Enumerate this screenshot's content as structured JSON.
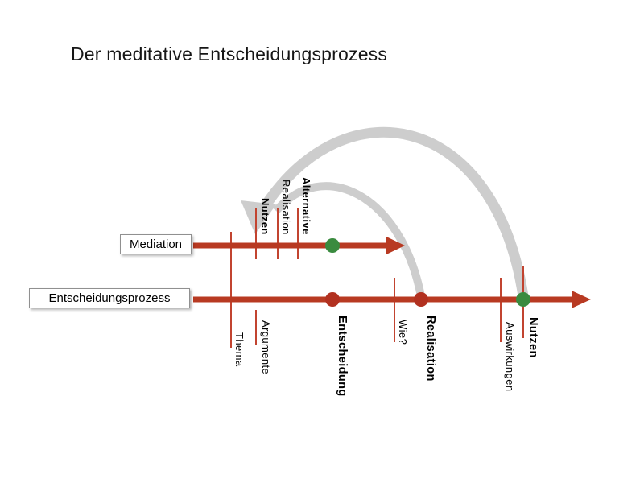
{
  "title": "Der meditative Entscheidungsprozess",
  "colors": {
    "arrow_red": "#b83a22",
    "tick_red": "#c24430",
    "dot_red": "#b23120",
    "dot_green": "#3a8b3f",
    "arc_gray": "#cdcdcd",
    "box_border": "#909090"
  },
  "timelines": {
    "mediation": {
      "label": "Mediation"
    },
    "process": {
      "label": "Entscheidungsprozess"
    }
  },
  "mediation_marks": [
    {
      "text": "Nutzen"
    },
    {
      "text": "Realisation"
    },
    {
      "text": "Alternative"
    }
  ],
  "process_marks": [
    {
      "text": "Thema"
    },
    {
      "text": "Argumente"
    },
    {
      "text": "Entscheidung"
    },
    {
      "text": "Wie?"
    },
    {
      "text": "Realisation"
    },
    {
      "text": "Auswirkungen"
    },
    {
      "text": "Nutzen"
    }
  ]
}
